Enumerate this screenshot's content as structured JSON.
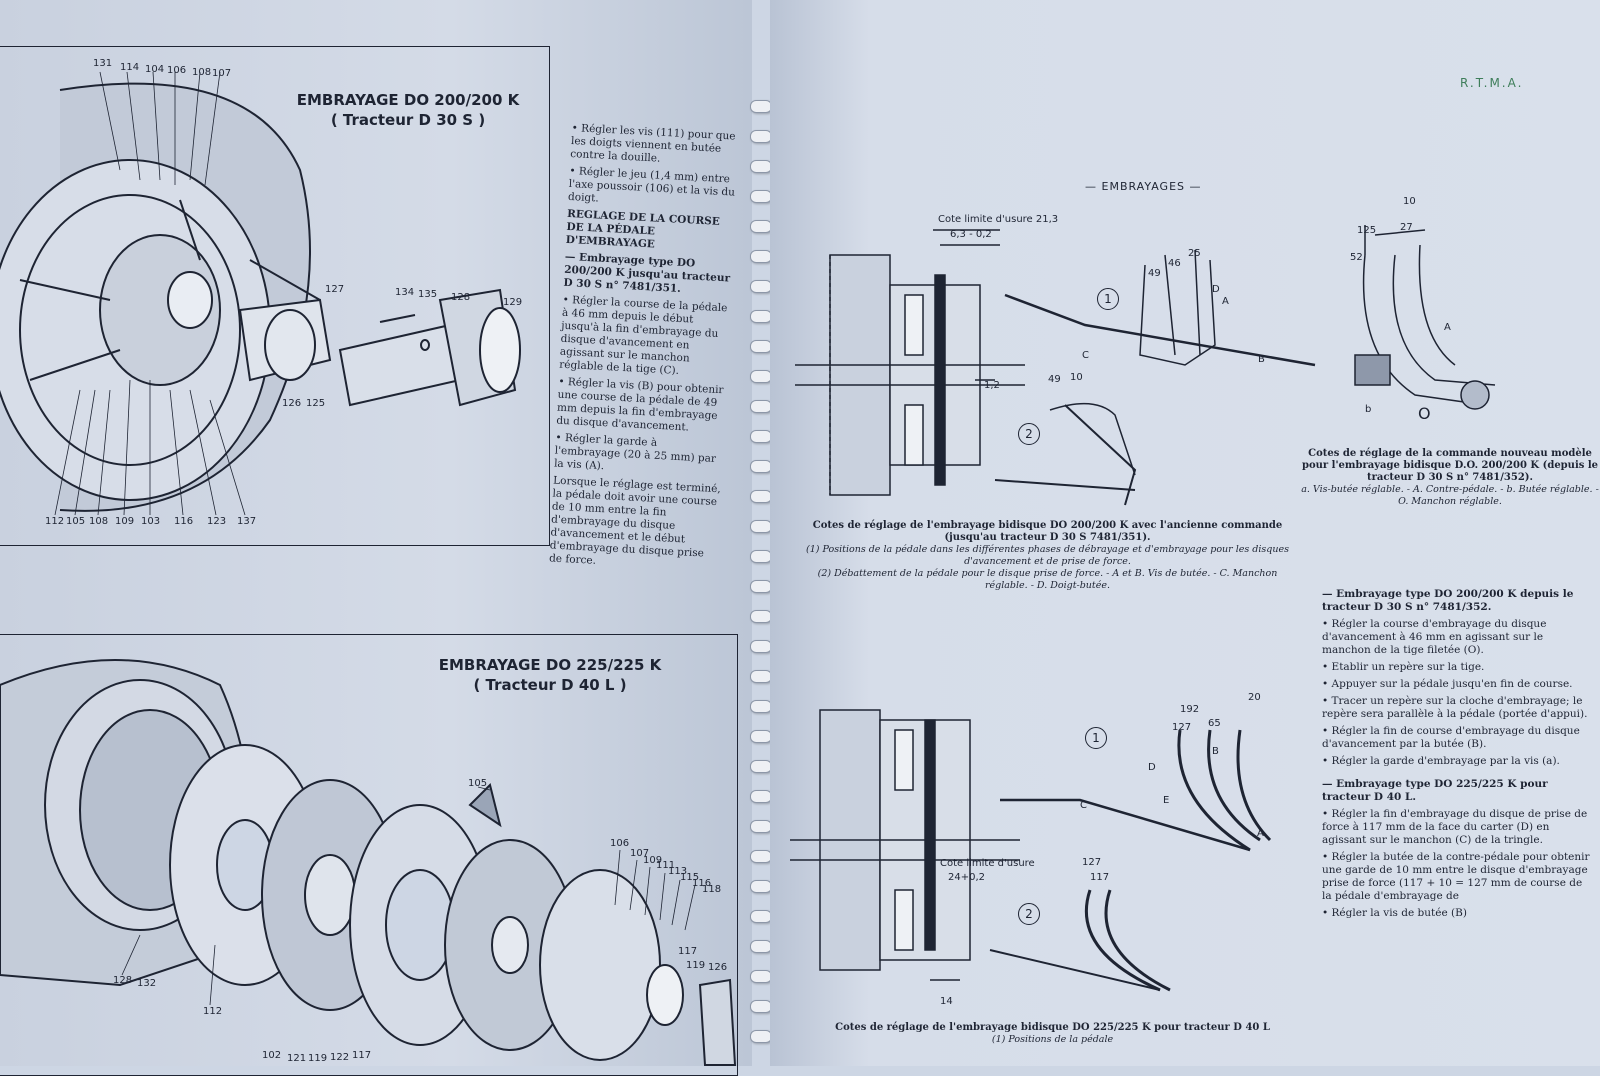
{
  "left_page": {
    "top_figure": {
      "title_line1": "EMBRAYAGE DO 200/200 K",
      "title_line2": "( Tracteur D 30 S )",
      "part_numbers_top": [
        "131",
        "114",
        "104",
        "106",
        "108",
        "107"
      ],
      "part_numbers_bottom": [
        "112",
        "105",
        "108",
        "109",
        "103",
        "116",
        "123",
        "137"
      ],
      "part_numbers_right": [
        "127",
        "134",
        "135",
        "128",
        "129",
        "126",
        "125"
      ]
    },
    "bottom_figure": {
      "title_line1": "EMBRAYAGE DO 225/225 K",
      "title_line2": "( Tracteur D 40 L )",
      "part_numbers": [
        "105",
        "106",
        "107",
        "109",
        "111",
        "113",
        "115",
        "116",
        "117",
        "118",
        "119",
        "126",
        "128",
        "132",
        "112",
        "102",
        "121",
        "119",
        "122",
        "117"
      ]
    },
    "instructions": {
      "bullet1": "Régler les vis (111) pour que les doigts viennent en butée contre la douille.",
      "bullet2": "Régler le jeu (1,4 mm) entre l'axe poussoir (106) et la vis du doigt.",
      "section_heading": "REGLAGE DE LA COURSE DE LA PÉDALE D'EMBRAYAGE",
      "subheading": "— Embrayage type DO 200/200 K jusqu'au tracteur D 30 S n° 7481/351.",
      "bullet3": "Régler la course de la pédale à 46 mm depuis le début jusqu'à la fin d'embrayage du disque d'avancement en agissant sur le manchon réglable de la tige (C).",
      "bullet4": "Régler la vis (B) pour obtenir une course de la pédale de 49 mm depuis la fin d'embrayage du disque d'avancement.",
      "bullet5": "Régler la garde à l'embrayage (20 à 25 mm) par la vis (A).",
      "para": "Lorsque le réglage est terminé, la pédale doit avoir une course de 10 mm entre la fin d'embrayage du disque d'avancement et le début d'embrayage du disque prise de force."
    }
  },
  "right_page": {
    "corner_mark": "R.T.M.A.",
    "header": "— EMBRAYAGES —",
    "diagram_top": {
      "cote_label": "Cote limite d'usure 21,3",
      "cote_value": "6,3 - 0,2",
      "gap_value": "1,2",
      "angles": [
        "49",
        "46",
        "25"
      ],
      "angle2": [
        "49",
        "10"
      ],
      "labels": [
        "1",
        "2",
        "A",
        "B",
        "C",
        "D"
      ],
      "caption_title": "Cotes de réglage de l'embrayage bidisque DO 200/200 K avec l'ancienne commande (jusqu'au tracteur D 30 S 7481/351).",
      "caption_note1": "(1) Positions de la pédale dans les différentes phases de débrayage et d'embrayage pour les disques d'avancement et de prise de force.",
      "caption_note2": "(2) Débattement de la pédale pour le disque prise de force. - A et B. Vis de butée. - C. Manchon réglable. - D. Doigt-butée."
    },
    "diagram_side": {
      "dims": [
        "10",
        "125",
        "27",
        "52"
      ],
      "labels": [
        "A",
        "b",
        "O"
      ],
      "caption_title": "Cotes de réglage de la commande nouveau modèle pour l'embrayage bidisque D.O. 200/200 K (depuis le tracteur D 30 S n° 7481/352).",
      "caption_note": "a. Vis-butée réglable. - A. Contre-pédale. - b. Butée réglable. - O. Manchon réglable."
    },
    "diagram_bottom": {
      "dims": [
        "192",
        "127",
        "65",
        "20"
      ],
      "dims2": [
        "127",
        "117"
      ],
      "cote_label": "Cote limite d'usure",
      "cote_value": "24+0,2",
      "gap_value": "14",
      "labels": [
        "1",
        "2",
        "A",
        "B",
        "C",
        "D",
        "E"
      ],
      "caption_title": "Cotes de réglage de l'embrayage bidisque DO 225/225 K pour tracteur D 40 L",
      "caption_note": "(1) Positions de la pédale"
    },
    "text_column": {
      "heading1": "— Embrayage type DO 200/200 K depuis le tracteur D 30 S n° 7481/352.",
      "b1": "Régler la course d'embrayage du disque d'avancement à 46 mm en agissant sur le manchon de la tige filetée (O).",
      "b2": "Etablir un repère sur la tige.",
      "b3": "Appuyer sur la pédale jusqu'en fin de course.",
      "b4": "Tracer un repère sur la cloche d'embrayage; le repère sera parallèle à la pédale (portée d'appui).",
      "b5": "Régler la fin de course d'embrayage du disque d'avancement par la butée (B).",
      "b6": "Régler la garde d'embrayage par la vis (a).",
      "heading2": "— Embrayage type DO 225/225 K pour tracteur D 40 L.",
      "b7": "Régler la fin d'embrayage du disque de prise de force à 117 mm de la face du carter (D) en agissant sur le manchon (C) de la tringle.",
      "b8": "Régler la butée de la contre-pédale pour obtenir une garde de 10 mm entre le disque d'embrayage prise de force (117 + 10 = 127 mm de course de la pédale d'embrayage de",
      "b9": "Régler la vis de butée (B)"
    }
  }
}
